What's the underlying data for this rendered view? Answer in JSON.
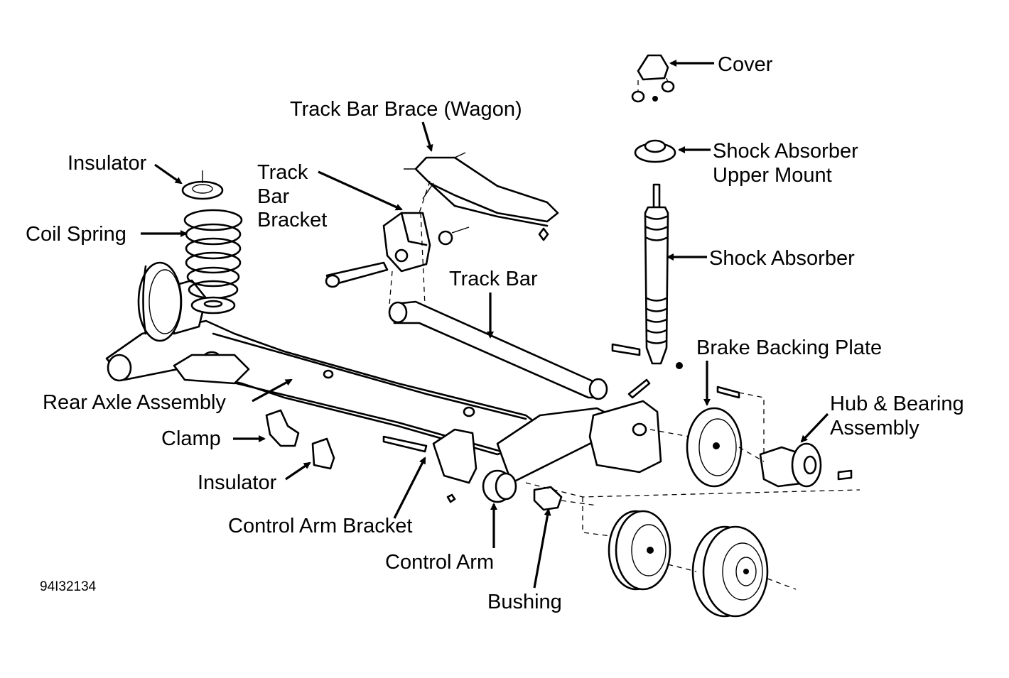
{
  "labels": {
    "cover": "Cover",
    "track_bar_brace": "Track Bar Brace (Wagon)",
    "insulator_top": "Insulator",
    "track_bar_bracket_1": "Track",
    "track_bar_bracket_2": "Bar",
    "track_bar_bracket_3": "Bracket",
    "shock_upper_mount_1": "Shock Absorber",
    "shock_upper_mount_2": "Upper Mount",
    "coil_spring": "Coil Spring",
    "shock_absorber": "Shock Absorber",
    "track_bar": "Track Bar",
    "brake_backing_plate": "Brake Backing Plate",
    "rear_axle_assembly": "Rear Axle Assembly",
    "hub_bearing_1": "Hub & Bearing",
    "hub_bearing_2": "Assembly",
    "clamp": "Clamp",
    "insulator_bottom": "Insulator",
    "control_arm_bracket": "Control Arm Bracket",
    "control_arm": "Control Arm",
    "bushing": "Bushing",
    "figure_code": "94I32134"
  }
}
